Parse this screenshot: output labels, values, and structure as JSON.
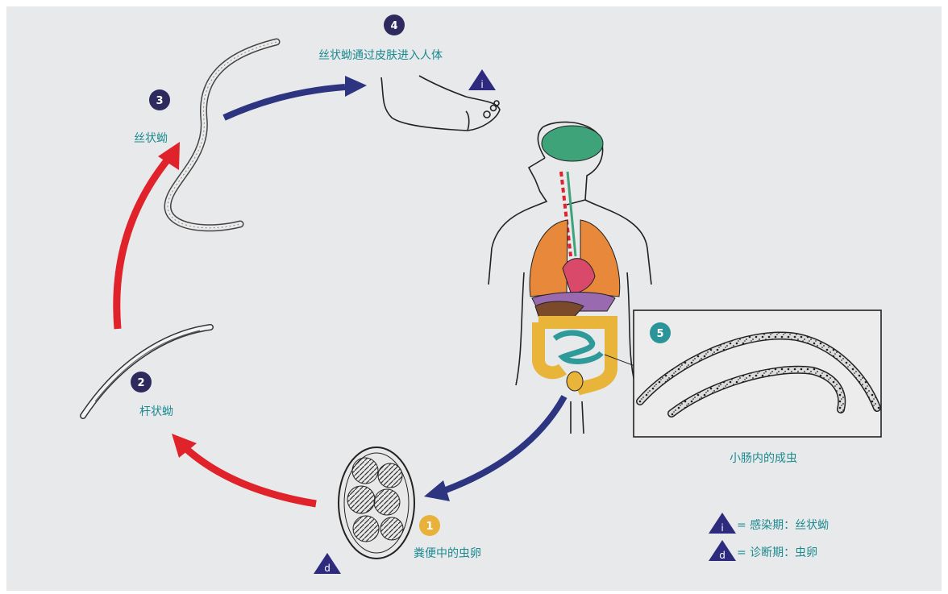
{
  "stages": {
    "s1": {
      "num": "1",
      "label": "粪便中的虫卵"
    },
    "s2": {
      "num": "2",
      "label": "杆状蚴"
    },
    "s3": {
      "num": "3",
      "label": "丝状蚴"
    },
    "s4": {
      "num": "4",
      "label": "丝状蚴通过皮肤进入人体"
    },
    "s5": {
      "num": "5",
      "label": "小肠内的成虫"
    }
  },
  "markers": {
    "infective": "i",
    "diagnostic": "d"
  },
  "legend": {
    "infective": "= 感染期：丝状蚴",
    "diagnostic": "= 诊断期：虫卵"
  },
  "colors": {
    "background": "#e8e9eb",
    "badge_dark": "#2e2a5e",
    "badge_teal": "#2a9498",
    "badge_yellow": "#e8b13a",
    "arrow_red": "#e0222b",
    "arrow_navy": "#2d3480",
    "label_teal": "#1b8a8f",
    "brain": "#3fa37a",
    "lungs": "#e8883a",
    "heart": "#d94a6a",
    "large_intestine": "#e8b53a",
    "small_intestine": "#2f9a9a",
    "liver": "#7a4a2a"
  },
  "icons": [
    "foot-icon",
    "human-body-icon",
    "egg-icon",
    "larva-icon",
    "adult-worm-icon"
  ]
}
